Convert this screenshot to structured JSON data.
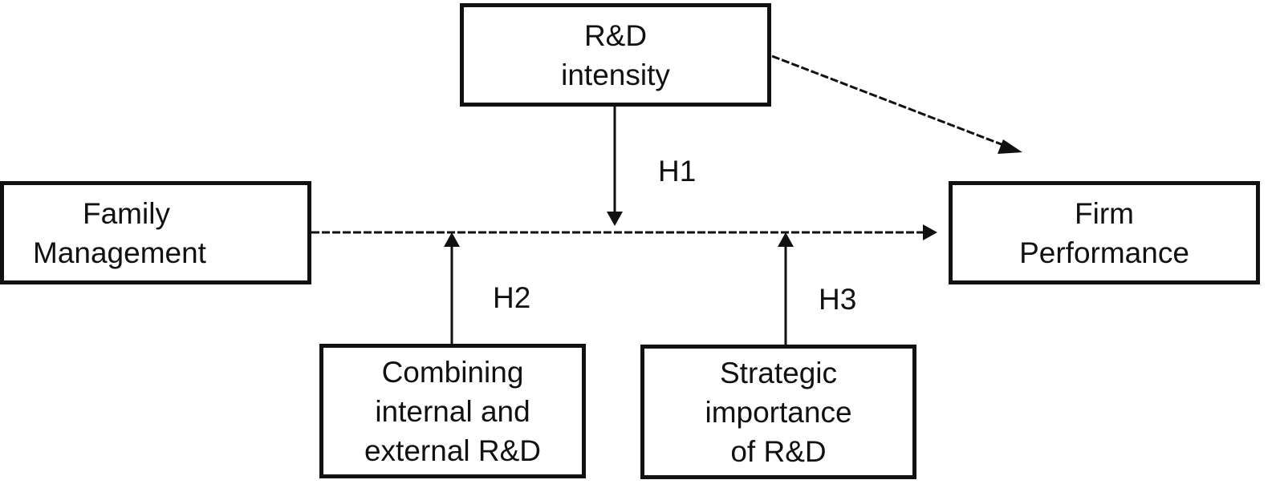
{
  "diagram": {
    "nodes": {
      "rd_intensity": [
        "R&D",
        "intensity"
      ],
      "family_management": [
        "Family",
        "Management"
      ],
      "firm_performance": [
        "Firm",
        "Performance"
      ],
      "combining": [
        "Combining",
        "internal and",
        "external R&D"
      ],
      "strategic": [
        "Strategic",
        "importance",
        "of R&D"
      ]
    },
    "hypotheses": {
      "h1": "H1",
      "h2": "H2",
      "h3": "H3"
    },
    "edges": [
      {
        "from": "family_management",
        "to": "firm_performance",
        "style": "dashed"
      },
      {
        "from": "rd_intensity",
        "to": "firm_performance",
        "style": "dashed"
      },
      {
        "from": "rd_intensity",
        "to": "family_management-firm_performance link",
        "style": "solid",
        "label": "H1"
      },
      {
        "from": "combining",
        "to": "family_management-firm_performance link",
        "style": "solid",
        "label": "H2"
      },
      {
        "from": "strategic",
        "to": "family_management-firm_performance link",
        "style": "solid",
        "label": "H3"
      }
    ]
  }
}
